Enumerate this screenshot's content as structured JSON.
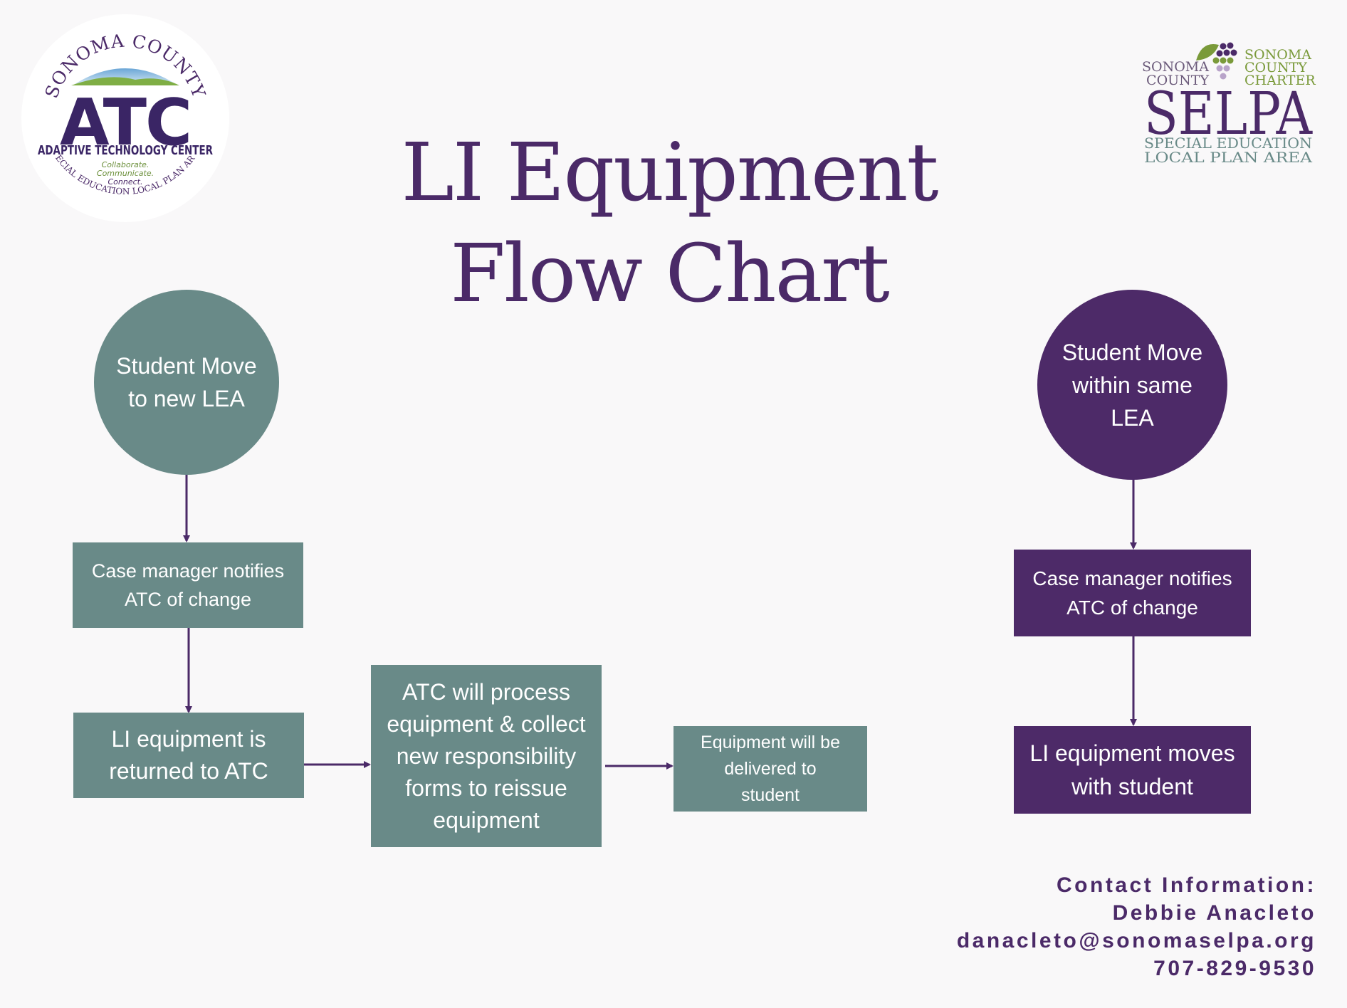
{
  "title": {
    "line1": "LI Equipment",
    "line2": "Flow Chart"
  },
  "atc_logo": {
    "top_arc": "SONOMA COUNTY",
    "letters": "ATC",
    "name": "ADAPTIVE TECHNOLOGY CENTER",
    "tagline": [
      "Collaborate.",
      "Communicate.",
      "Connect."
    ],
    "bottom_arc": "SPECIAL EDUCATION LOCAL PLAN AREA"
  },
  "selpa_logo": {
    "left_line1": "SONOMA",
    "left_line2": "COUNTY",
    "right_line1": "SONOMA",
    "right_line2": "COUNTY",
    "right_line3": "CHARTER",
    "main": "SELPA",
    "sub1": "SPECIAL EDUCATION",
    "sub2": "LOCAL PLAN AREA"
  },
  "left_flow": {
    "start": "Student Move to new LEA",
    "step1": "Case manager notifies ATC of change",
    "step2": "LI equipment is returned to ATC",
    "step3": "ATC will process equipment & collect new responsibility forms to reissue equipment",
    "step4": "Equipment will be delivered to student"
  },
  "right_flow": {
    "start": "Student Move within same LEA",
    "step1": "Case manager notifies ATC of change",
    "step2": "LI equipment moves with student"
  },
  "contact": {
    "heading": "Contact Information:",
    "name": "Debbie Anacleto",
    "email": "danacleto@sonomaselpa.org",
    "phone": "707-829-9530"
  },
  "colors": {
    "teal": "#698a88",
    "purple": "#4d2a68",
    "title": "#4b2a68",
    "background": "#f9f8f9"
  }
}
